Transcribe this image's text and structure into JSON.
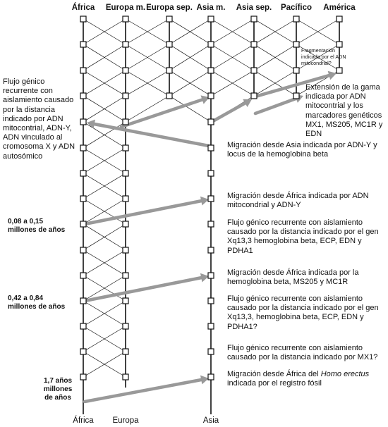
{
  "columns": [
    {
      "key": "africa",
      "label": "África"
    },
    {
      "key": "europa_m",
      "label": "Europa m."
    },
    {
      "key": "europa_sep",
      "label": "Europa sep."
    },
    {
      "key": "asia_m",
      "label": "Asia m."
    },
    {
      "key": "asia_sep",
      "label": "Asia sep."
    },
    {
      "key": "pacifico",
      "label": "Pacífico"
    },
    {
      "key": "america",
      "label": "América"
    }
  ],
  "bottom_labels": [
    "África",
    "Europa",
    "Asia"
  ],
  "left_note": "Flujo génico recurrente con aislamiento causado por la distancia indicado por ADN mitocontrial, ADN-Y, ADN vinculado al cromosoma X y ADN autosómico",
  "time_labels": {
    "t1": "0,08 a 0,15 millones de años",
    "t2": "0,42 a 0,84 millones de años",
    "t3": "1,7 años millones de años"
  },
  "small_note": "Fragmentación indicada por el ADN mitocondrial?",
  "annotations": [
    {
      "id": "extension",
      "text": "Extensión de la gama indicada por ADN mitocontrial y los marcadores genéticos MX1, MS205, MC1R y EDN"
    },
    {
      "id": "asia-migration",
      "text": "Migración desde Asia indicada por ADN-Y y locus de la hemoglobina beta"
    },
    {
      "id": "africa-migration-1",
      "text": "Migración desde África indicada por ADN mitocondrial y ADN-Y"
    },
    {
      "id": "gene-flow-1",
      "text": "Flujo génico recurrente con aislamiento causado por la distancia indicado por el gen Xq13,3 hemoglobina beta, ECP, EDN y PDHA1"
    },
    {
      "id": "africa-migration-2",
      "text": "Migración desde África indicada por la hemoglobina beta, MS205 y MC1R"
    },
    {
      "id": "gene-flow-2",
      "text": "Flujo génico recurrente con aislamiento causado por la distancia indicado por el gen Xq13,3, hemoglobina beta, ECP, EDN y PDHA1?"
    },
    {
      "id": "gene-flow-3",
      "text": "Flujo génico recurrente con aislamiento causado por la distancia indicado por MX1?"
    },
    {
      "id": "erectus-prefix",
      "text": "Migración desde África del"
    },
    {
      "id": "erectus-species",
      "text": "Homo erectus"
    },
    {
      "id": "erectus-suffix",
      "text": "indicada por el registro fósil"
    }
  ],
  "colors": {
    "arrow": "#999999",
    "line": "#111111",
    "node_fill": "#ffffff"
  }
}
